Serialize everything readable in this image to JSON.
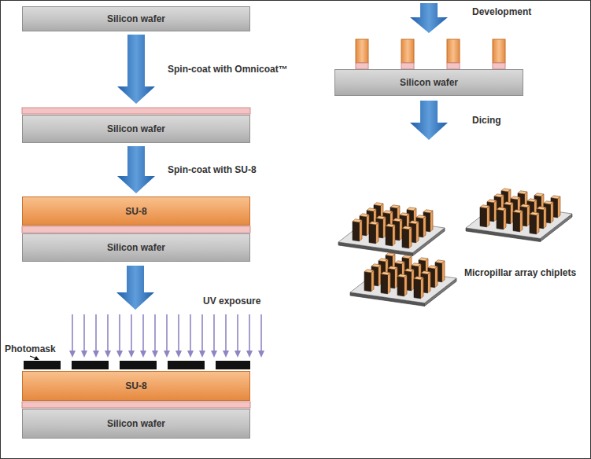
{
  "diagram": {
    "nodes": [
      {
        "text": [
          "Silicon wafer"
        ]
      },
      {
        "text": [
          "Silicon wafer"
        ]
      },
      {
        "text": [
          "SU-8"
        ]
      },
      {
        "text": [
          "Silicon wafer"
        ]
      },
      {
        "text": [
          "SU-8"
        ]
      },
      {
        "text": [
          "Silicon wafer"
        ]
      },
      {
        "text": [
          "Silicon wafer"
        ]
      }
    ],
    "edges": [
      {
        "from": 0,
        "to": 1,
        "label": "Spin-coat with Omnicoat™",
        "arrow": "to"
      },
      {
        "from": 1,
        "to": 2,
        "label": "Spin-coat with SU-8",
        "arrow": "to"
      }
    ],
    "labels": [
      "Photomask",
      "UV exposure",
      "Development",
      "Dicing",
      "Micropillar array chiplets"
    ]
  }
}
